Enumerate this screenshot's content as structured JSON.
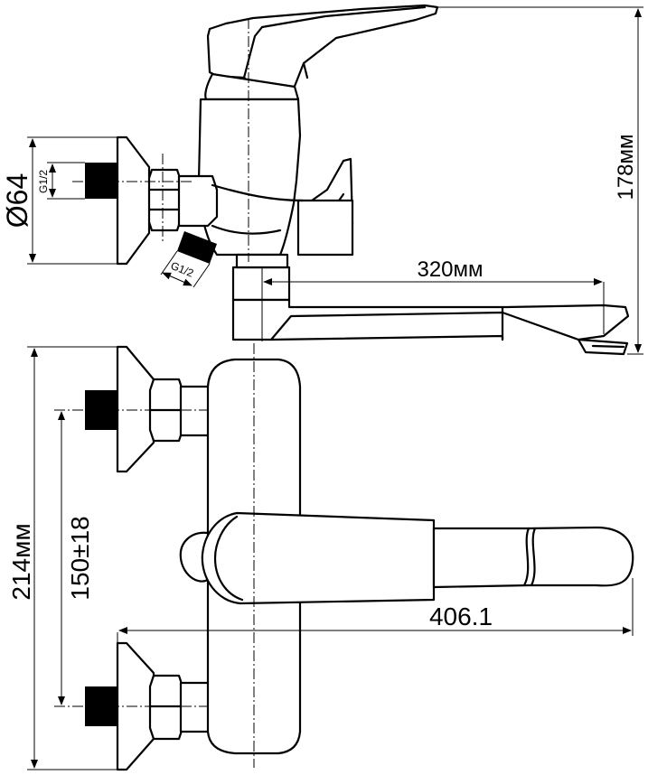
{
  "dimensions": {
    "connection_diameter": "Ø64",
    "thread_side": "G1/2",
    "thread_angled": "G1/2",
    "spout_length": "320мм",
    "total_height": "178мм",
    "total_height_front": "214мм",
    "inlet_spacing": "150±18",
    "total_length": "406.1"
  }
}
